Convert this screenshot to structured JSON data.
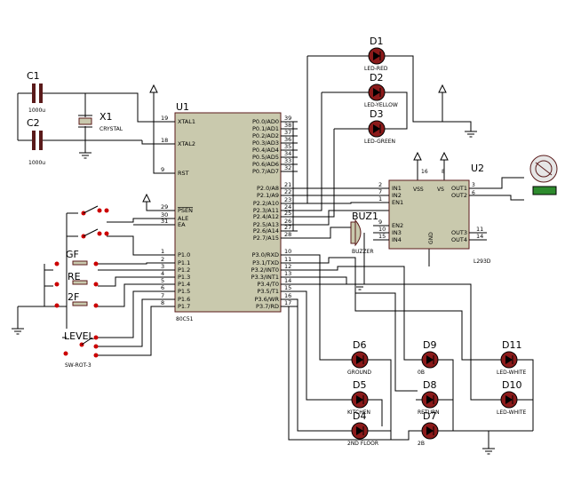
{
  "mcu": {
    "ref": "U1",
    "part": "80C51",
    "left_pins": [
      {
        "num": "19",
        "name": "XTAL1"
      },
      {
        "num": "18",
        "name": "XTAL2"
      },
      {
        "num": "9",
        "name": "RST"
      },
      {
        "num": "29",
        "name": "PSEN"
      },
      {
        "num": "30",
        "name": "ALE"
      },
      {
        "num": "31",
        "name": "EA"
      },
      {
        "num": "1",
        "name": "P1.0"
      },
      {
        "num": "2",
        "name": "P1.1"
      },
      {
        "num": "3",
        "name": "P1.2"
      },
      {
        "num": "4",
        "name": "P1.3"
      },
      {
        "num": "5",
        "name": "P1.4"
      },
      {
        "num": "6",
        "name": "P1.5"
      },
      {
        "num": "7",
        "name": "P1.6"
      },
      {
        "num": "8",
        "name": "P1.7"
      }
    ],
    "right_pins": [
      {
        "num": "39",
        "name": "P0.0/AD0"
      },
      {
        "num": "38",
        "name": "P0.1/AD1"
      },
      {
        "num": "37",
        "name": "P0.2/AD2"
      },
      {
        "num": "36",
        "name": "P0.3/AD3"
      },
      {
        "num": "35",
        "name": "P0.4/AD4"
      },
      {
        "num": "34",
        "name": "P0.5/AD5"
      },
      {
        "num": "33",
        "name": "P0.6/AD6"
      },
      {
        "num": "32",
        "name": "P0.7/AD7"
      },
      {
        "num": "21",
        "name": "P2.0/A8"
      },
      {
        "num": "22",
        "name": "P2.1/A9"
      },
      {
        "num": "23",
        "name": "P2.2/A10"
      },
      {
        "num": "24",
        "name": "P2.3/A11"
      },
      {
        "num": "25",
        "name": "P2.4/A12"
      },
      {
        "num": "26",
        "name": "P2.5/A13"
      },
      {
        "num": "27",
        "name": "P2.6/A14"
      },
      {
        "num": "28",
        "name": "P2.7/A15"
      },
      {
        "num": "10",
        "name": "P3.0/RXD"
      },
      {
        "num": "11",
        "name": "P3.1/TXD"
      },
      {
        "num": "12",
        "name": "P3.2/INT0"
      },
      {
        "num": "13",
        "name": "P3.3/INT1"
      },
      {
        "num": "14",
        "name": "P3.4/T0"
      },
      {
        "num": "15",
        "name": "P3.5/T1"
      },
      {
        "num": "16",
        "name": "P3.6/WR"
      },
      {
        "num": "17",
        "name": "P3.7/RD"
      }
    ]
  },
  "driver": {
    "ref": "U2",
    "part": "L293D",
    "left_pins": [
      {
        "num": "2",
        "name": "IN1"
      },
      {
        "num": "7",
        "name": "IN2"
      },
      {
        "num": "1",
        "name": "EN1"
      },
      {
        "num": "9",
        "name": "EN2"
      },
      {
        "num": "10",
        "name": "IN3"
      },
      {
        "num": "15",
        "name": "IN4"
      }
    ],
    "right_pins": [
      {
        "num": "3",
        "name": "OUT1"
      },
      {
        "num": "6",
        "name": "OUT2"
      },
      {
        "num": "11",
        "name": "OUT3"
      },
      {
        "num": "14",
        "name": "OUT4"
      }
    ],
    "top_pins": [
      {
        "num": "16",
        "name": "VSS"
      },
      {
        "num": "8",
        "name": "VS"
      }
    ],
    "gnd_label": "GND"
  },
  "capacitors": [
    {
      "ref": "C1",
      "value": "1000u"
    },
    {
      "ref": "C2",
      "value": "1000u"
    }
  ],
  "crystal": {
    "ref": "X1",
    "label": "CRYSTAL"
  },
  "buzzer": {
    "ref": "BUZ1",
    "label": "BUZZER"
  },
  "top_leds": [
    {
      "ref": "D1",
      "label": "LED-RED"
    },
    {
      "ref": "D2",
      "label": "LED-YELLOW"
    },
    {
      "ref": "D3",
      "label": "LED-GREEN"
    }
  ],
  "floor_leds": [
    {
      "ref": "D6",
      "label": "GROUND"
    },
    {
      "ref": "D5",
      "label": "KITCHEN"
    },
    {
      "ref": "D4",
      "label": "2ND FLOOR"
    },
    {
      "ref": "D9",
      "label": "0B"
    },
    {
      "ref": "D8",
      "label": "RETURN"
    },
    {
      "ref": "D7",
      "label": "2B"
    },
    {
      "ref": "D11",
      "label": "LED-WHITE"
    },
    {
      "ref": "D10",
      "label": "LED-WHITE"
    }
  ],
  "buttons": [
    {
      "label": "GF"
    },
    {
      "label": "RE"
    },
    {
      "label": "2F"
    }
  ],
  "rotary_switch": {
    "label": "LEVEL",
    "part": "SW-ROT-3"
  }
}
